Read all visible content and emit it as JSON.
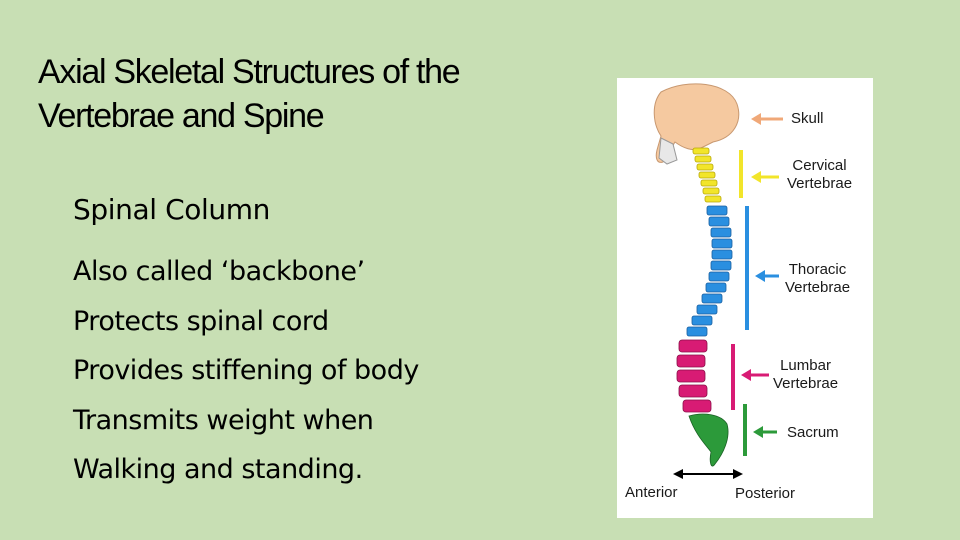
{
  "slide": {
    "title_line1": "Axial Skeletal Structures of the",
    "title_line2": "Vertebrae and Spine",
    "subtitle": "Spinal Column",
    "bullets": [
      "Also called ‘backbone’",
      "Protects spinal cord",
      "Provides stiffening of body",
      "Transmits weight when",
      "Walking and standing."
    ]
  },
  "diagram": {
    "labels": {
      "skull": "Skull",
      "cervical_1": "Cervical",
      "cervical_2": "Vertebrae",
      "thoracic_1": "Thoracic",
      "thoracic_2": "Vertebrae",
      "lumbar_1": "Lumbar",
      "lumbar_2": "Vertebrae",
      "sacrum": "Sacrum",
      "anterior": "Anterior",
      "posterior": "Posterior"
    },
    "colors": {
      "skull": "#f5c9a0",
      "cervical": "#f2e52a",
      "thoracic": "#2a8fe0",
      "lumbar": "#d81b74",
      "sacrum": "#2c9a3a"
    }
  }
}
